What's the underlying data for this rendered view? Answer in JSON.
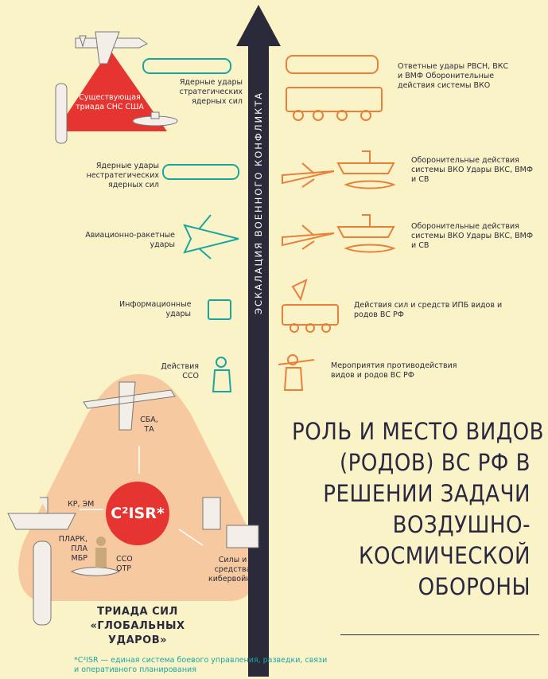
{
  "title_lines": [
    "РОЛЬ И МЕСТО ВИДОВ",
    "(РОДОВ) ВС РФ В",
    "РЕШЕНИИ ЗАДАЧИ",
    "ВОЗДУШНО-",
    "КОСМИЧЕСКОЙ",
    "ОБОРОНЫ"
  ],
  "axis_label": "ЭСКАЛАЦИЯ ВОЕННОГО КОНФЛИКТА",
  "us_triad": "Существующая триада СНС США",
  "left_labels": {
    "strategic": "Ядерные удары стратегических ядерных сил",
    "nonstrategic": "Ядерные удары нестратегических ядерных сил",
    "air_missile": "Авиационно-ракетные удары",
    "info": "Информационные удары",
    "sso": "Действия ССО"
  },
  "right_labels": {
    "rvsn": "Ответные удары РВСН, ВКС и ВМФ Оборонительные действия системы ВКО",
    "def1": "Оборонительные действия системы ВКО Удары ВКС, ВМФ и СВ",
    "def2": "Оборонительные действия системы ВКО Удары ВКС, ВМФ и СВ",
    "ipb": "Действия сил и средств ИПБ видов и родов ВС РФ",
    "counter": "Мероприятия противодействия видов и родов ВС РФ"
  },
  "triad": {
    "center": "C²ISR*",
    "sba": "СБА, ТА",
    "kr": "КР, ЭМ",
    "plark": "ПЛАРК, ПЛА МБР",
    "sso_otr": "ССО ОТР",
    "cyber": "Силы и средства кибервойны",
    "caption_1": "Триада сил",
    "caption_2": "«глобальных ударов»"
  },
  "footnote": "*C²ISR — единая система боевого управления, разведки, связи и оперативного планирования",
  "colors": {
    "bg": "#fbf3c8",
    "teal": "#18a7a0",
    "orange": "#e8803a",
    "red": "#e63430",
    "arrow": "#2b2a3a",
    "peach": "#f6c9a0"
  },
  "icons": [
    "bomber-icon",
    "missile-icon",
    "submarine-icon",
    "launcher-truck-icon",
    "fighter-jet-icon",
    "warship-icon",
    "satellite-dish-icon",
    "soldier-icon",
    "server-icon",
    "computer-icon"
  ]
}
